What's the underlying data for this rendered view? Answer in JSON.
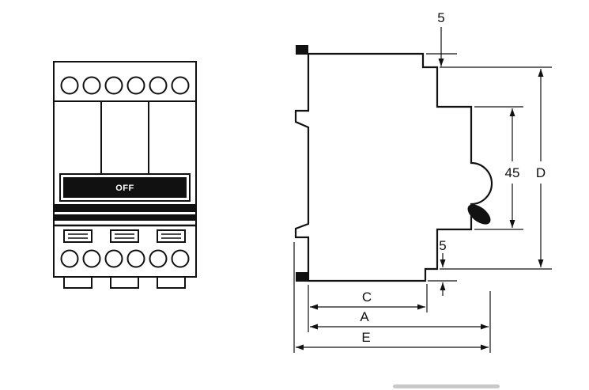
{
  "front_view": {
    "toggle_label": "OFF"
  },
  "dimensions": {
    "top_step": "5",
    "handle_height": "45",
    "overall_height": "D",
    "bottom_step": "5",
    "depth_c": "C",
    "depth_a": "A",
    "depth_e": "E"
  },
  "colors": {
    "ink": "#111111",
    "background": "#ffffff"
  }
}
